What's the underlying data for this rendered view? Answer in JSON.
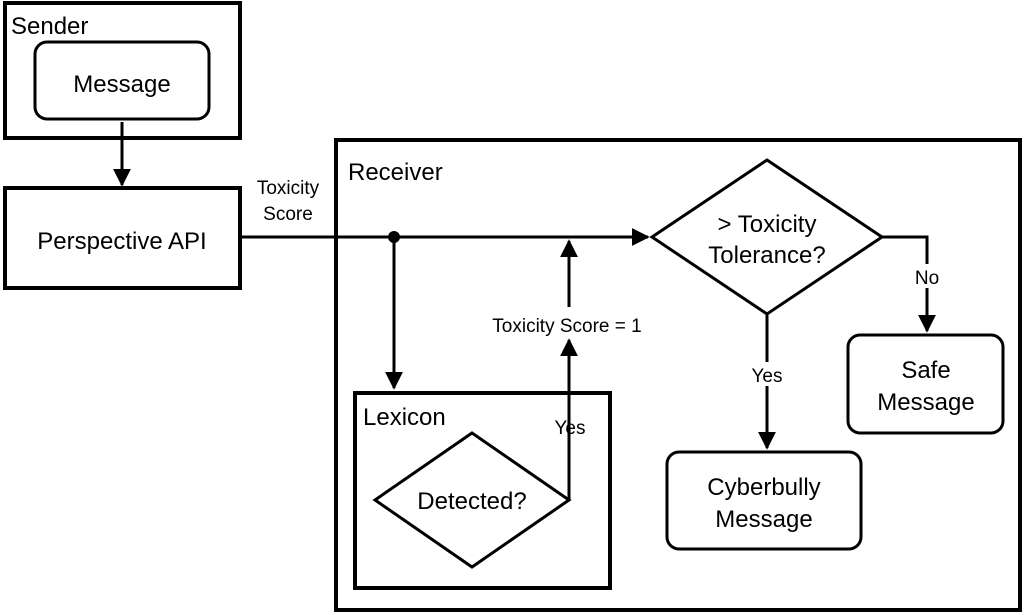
{
  "sender": {
    "title": "Sender",
    "message": "Message"
  },
  "perspective_api": {
    "label": "Perspective API"
  },
  "toxicity_score_label": {
    "line1": "Toxicity",
    "line2": "Score"
  },
  "receiver": {
    "title": "Receiver"
  },
  "tolerance_decision": {
    "line1": "> Toxicity",
    "line2": "Tolerance?"
  },
  "branch_no": "No",
  "branch_yes_tolerance": "Yes",
  "safe_message": {
    "line1": "Safe",
    "line2": "Message"
  },
  "cyberbully_message": {
    "line1": "Cyberbully",
    "line2": "Message"
  },
  "lexicon": {
    "title": "Lexicon",
    "decision": "Detected?"
  },
  "branch_yes_lexicon": "Yes",
  "toxicity_score_one": "Toxicity Score = 1"
}
